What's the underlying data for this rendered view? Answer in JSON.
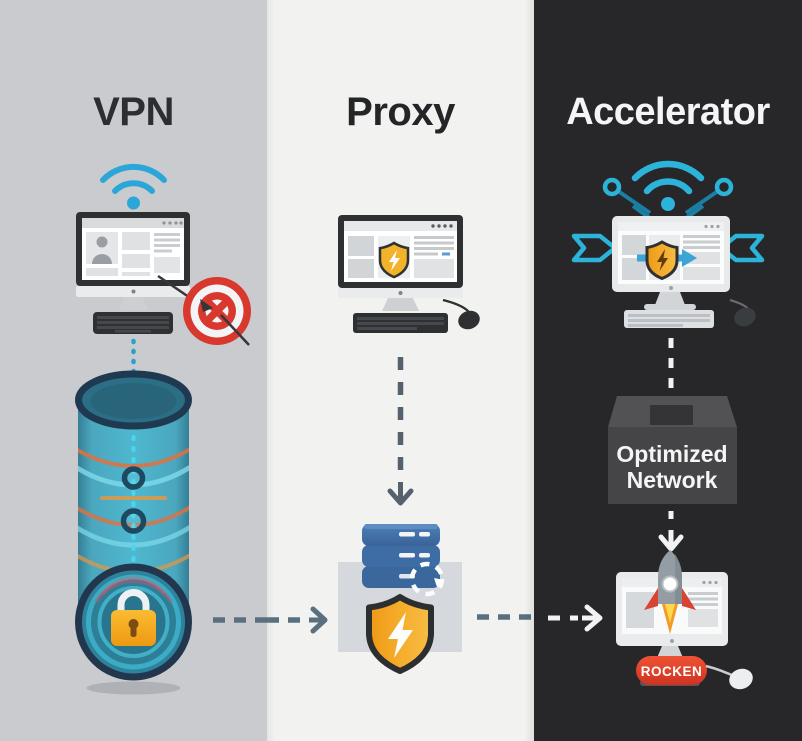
{
  "diagram": {
    "panels": [
      {
        "key": "vpn",
        "title": "VPN",
        "bg": "#c9cbce",
        "title_color": "#2c2e31",
        "icons": [
          "wifi-icon",
          "desktop-computer-icon",
          "blocked-target-icon",
          "dotted-connection-line",
          "vpn-tunnel-icon",
          "padlock-icon",
          "dashed-arrow-right"
        ]
      },
      {
        "key": "proxy",
        "title": "Proxy",
        "bg": "#f2f3f1",
        "title_color": "#232527",
        "icons": [
          "desktop-computer-icon",
          "browser-shield-icon",
          "dashed-arrow-down",
          "proxy-server-icon",
          "refresh-icon",
          "shield-bolt-icon",
          "dashed-arrow-right"
        ]
      },
      {
        "key": "accelerator",
        "title": "Accelerator",
        "bg": "#272729",
        "title_color": "#f4f5f6",
        "box_label": {
          "line1": "Optimized",
          "line2": "Network"
        },
        "badge_label": "ROCKEN",
        "icons": [
          "wifi-icon",
          "circuit-nodes-icon",
          "hex-arrow-icon",
          "desktop-computer-icon",
          "shield-arrow-icon",
          "dashed-arrow-down",
          "package-box-icon",
          "rocket-icon",
          "mouse-icon"
        ]
      }
    ],
    "colors": {
      "vpn_bg": "#c9cbce",
      "proxy_bg": "#f2f3f1",
      "accelerator_bg": "#272729",
      "wifi_blue": "#2aa6d8",
      "accent_cyan": "#2cb3da",
      "dash_slate": "#5b707e",
      "dash_white": "#f1f2f3",
      "tunnel_teal": "#49b7d0",
      "tunnel_rim": "#22374d",
      "lock_orange": "#f5a82c",
      "target_red": "#d8382e",
      "server_blue": "#3e6fa8",
      "shield_orange": "#f5a623",
      "shield_outline": "#2c2e30",
      "rocket_red": "#d84334",
      "badge_red": "#e04331",
      "flame_yellow": "#ffd84d",
      "box_gray": "#454548"
    }
  }
}
